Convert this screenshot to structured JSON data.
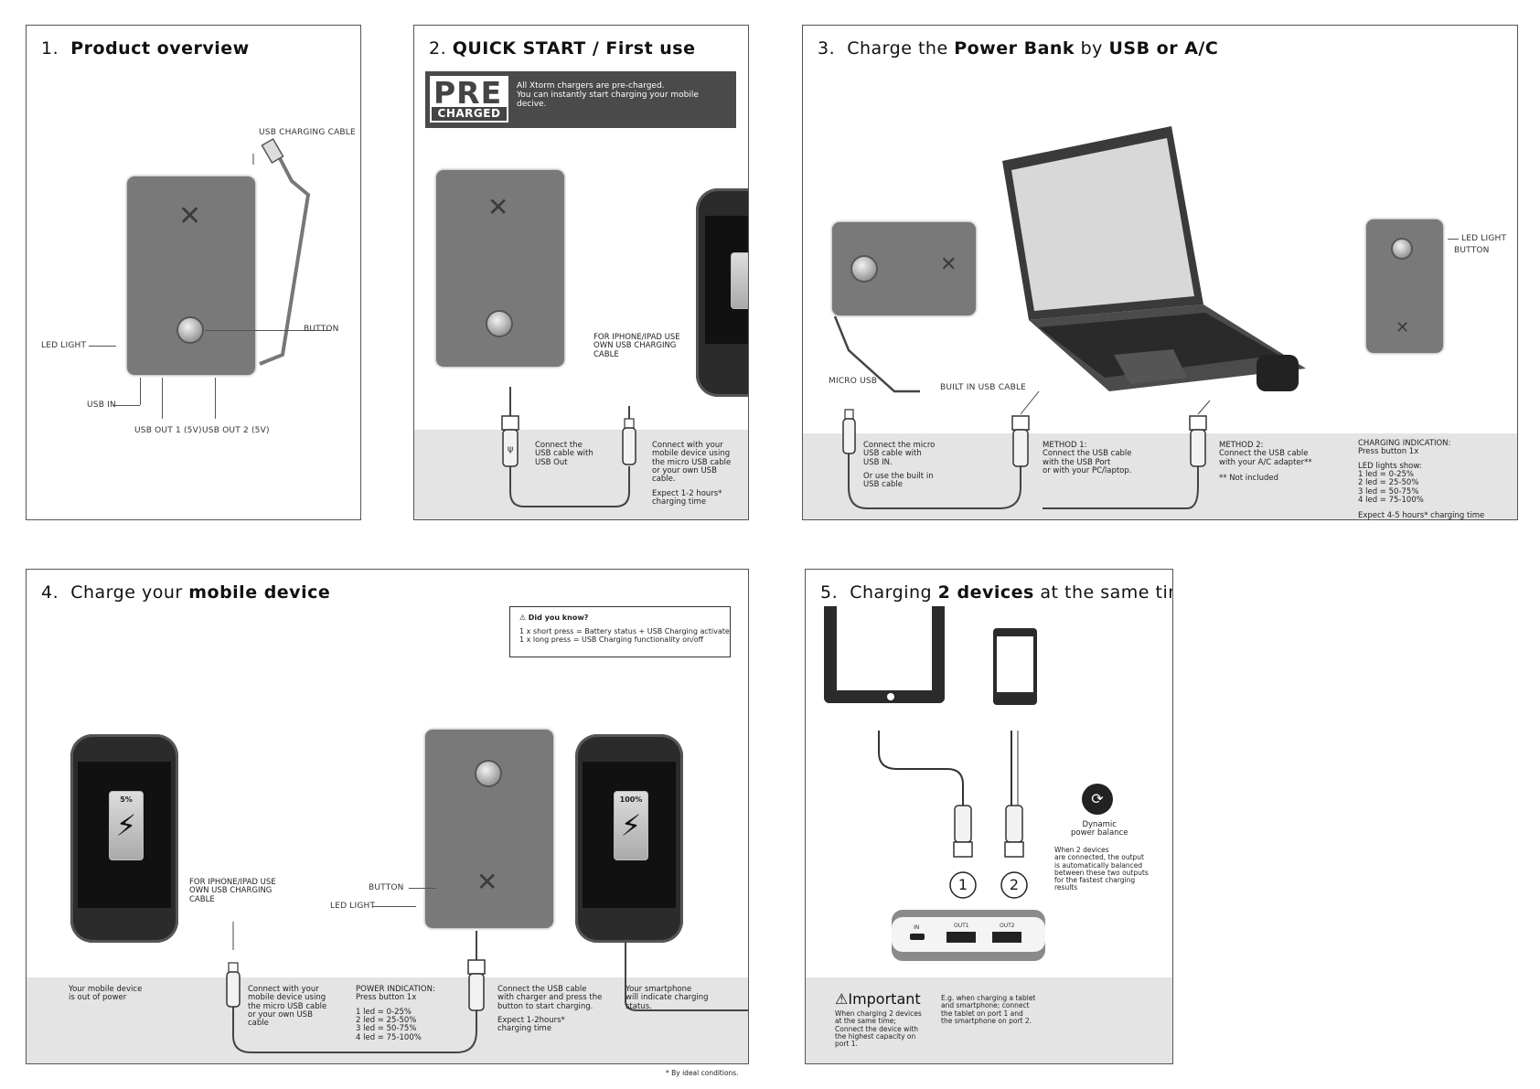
{
  "panel1": {
    "num": "1.",
    "title": "Product overview",
    "labels": {
      "cable": "USB CHARGING CABLE",
      "button": "BUTTON",
      "led": "LED LIGHT",
      "usb_in": "USB IN",
      "out1": "USB OUT 1 (5V)",
      "out2": "USB OUT 2 (5V)"
    }
  },
  "panel2": {
    "num": "2.",
    "title": "QUICK START / First use",
    "badge_pre": "PRE",
    "badge_charged": "CHARGED",
    "banner_lines": [
      "All Xtorm chargers are pre-charged.",
      "You can instantly start charging your mobile",
      "decive."
    ],
    "iphone_note": [
      "FOR IPHONE/IPAD USE",
      "OWN USB CHARGING",
      "CABLE"
    ],
    "step1": [
      "Connect the",
      "USB cable with",
      "USB Out"
    ],
    "step2": [
      "Connect with your",
      "mobile device using",
      "the micro USB cable",
      "or your own USB",
      "cable."
    ],
    "step2_time": [
      "Expect 1-2 hours*",
      "charging time"
    ]
  },
  "panel3": {
    "num": "3.",
    "title_a": "Charge the ",
    "title_b": "Power Bank",
    "title_c": " by ",
    "title_d": "USB or A/C",
    "micro_usb": "MICRO USB",
    "built_in": "BUILT IN USB CABLE",
    "led_light": "LED LIGHT",
    "button": "BUTTON",
    "col1": [
      "Connect the micro",
      "USB cable with",
      "USB IN."
    ],
    "col1b": [
      "Or use the built in",
      "USB cable"
    ],
    "col2": [
      "METHOD 1:",
      "Connect the USB cable",
      "with the USB Port",
      "or with your PC/laptop."
    ],
    "col3": [
      "METHOD 2:",
      "Connect the USB cable",
      "with your A/C adapter**"
    ],
    "col3b": "** Not included",
    "indication_title": "CHARGING INDICATION:",
    "indication_sub": "Press button 1x",
    "leds_title": "LED lights show:",
    "leds": [
      "1 led  =    0-25%",
      "2 led  =   25-50%",
      "3 led  =   50-75%",
      "4 led  =   75-100%"
    ],
    "expect": "Expect 4-5 hours* charging time"
  },
  "panel4": {
    "num": "4.",
    "title_a": "Charge your ",
    "title_b": "mobile device",
    "know_title": "Did you know?",
    "know_lines": [
      "1 x short press  = Battery status + USB Charging activate",
      "1 x long press   = USB Charging functionality on/off"
    ],
    "battery_low": "5%",
    "battery_full": "100%",
    "iphone_note": [
      "FOR IPHONE/IPAD USE",
      "OWN USB CHARGING",
      "CABLE"
    ],
    "button": "BUTTON",
    "led_light": "LED LIGHT",
    "c1": [
      "Your mobile device",
      "is out of power"
    ],
    "c2": [
      "Connect with your",
      "mobile device using",
      "the micro USB cable",
      "or your own USB",
      "cable"
    ],
    "c3_title": [
      "POWER INDICATION:",
      "Press button 1x"
    ],
    "c3_leds": [
      "1 led  =    0-25%",
      "2 led  =   25-50%",
      "3 led  =   50-75%",
      "4 led  =   75-100%"
    ],
    "c4": [
      "Connect the USB cable",
      "with charger and press the",
      "button to start charging."
    ],
    "c4_time": [
      "Expect 1-2hours*",
      "charging time"
    ],
    "c5": [
      "Your smartphone",
      "will indicate charging",
      "status."
    ],
    "footnote": "* By ideal conditions."
  },
  "panel5": {
    "num": "5.",
    "title_a": "Charging ",
    "title_b": "2 devices",
    "title_c": " at the same time",
    "port1": "1",
    "port2": "2",
    "dyn_title": [
      "Dynamic",
      "power balance"
    ],
    "dyn_text": [
      "When 2 devices",
      "are connected, the output",
      "is automatically balanced",
      "between these two outputs",
      "for the fastest charging",
      "results"
    ],
    "in": "IN",
    "out1": "OUT1",
    "out2": "OUT2",
    "important": "Important",
    "imp_text": [
      "When charging 2 devices",
      "at the same time;",
      "Connect the device with",
      "the highest capacity on",
      "port 1."
    ],
    "eg_text": [
      "E.g. when charging a tablet",
      "and smartphone; connect",
      "the tablet on port 1 and",
      "the smartphone on port 2."
    ]
  }
}
